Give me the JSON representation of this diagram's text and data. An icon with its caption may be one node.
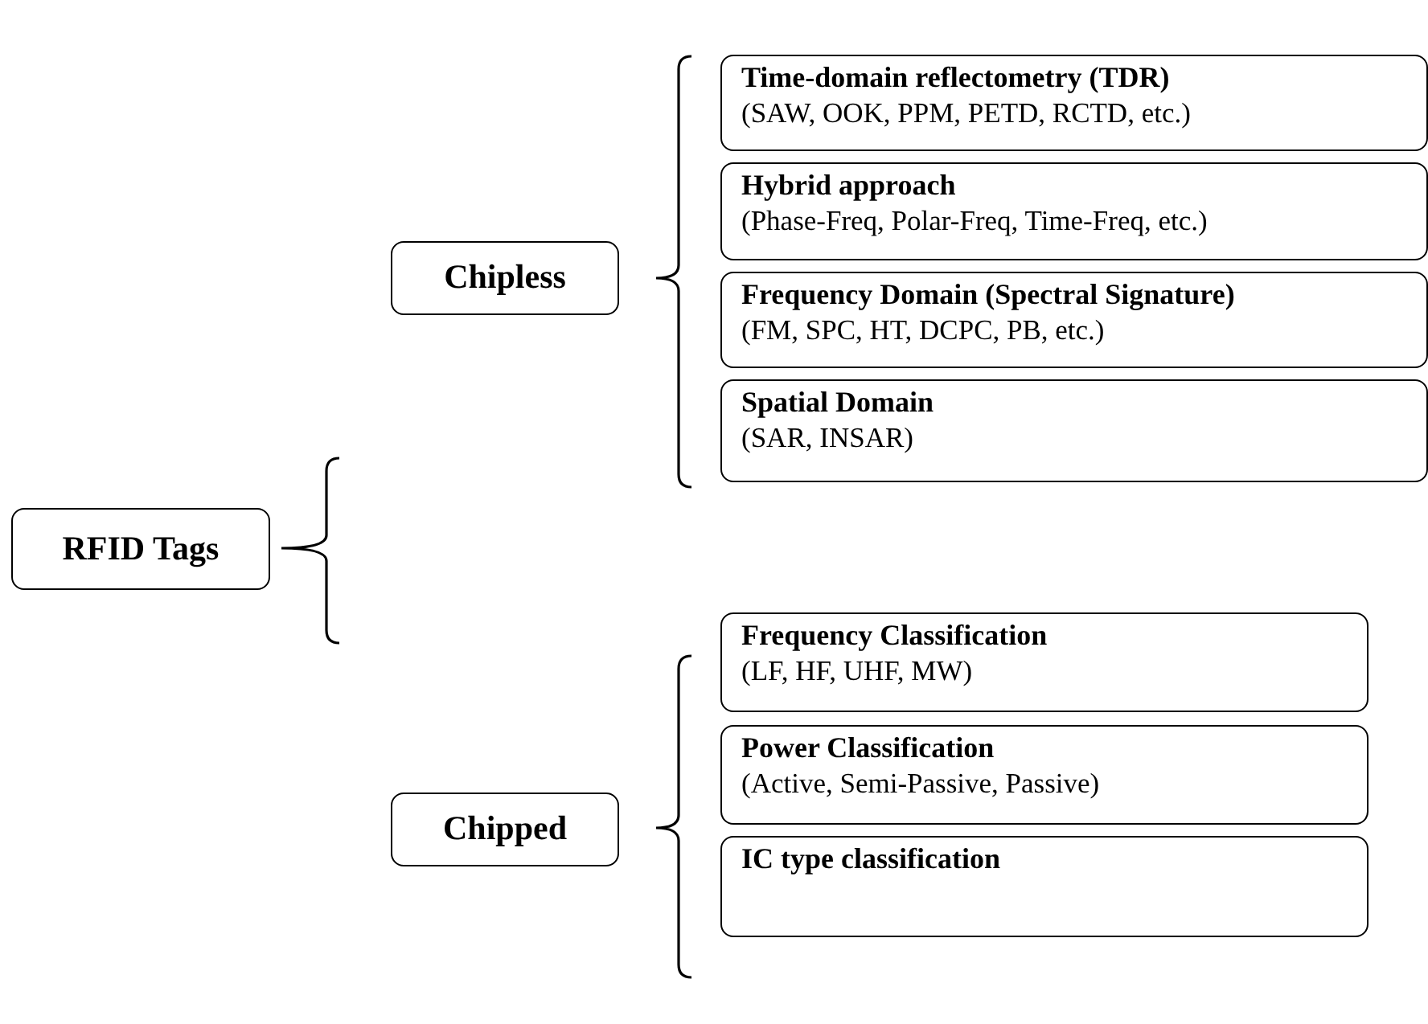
{
  "diagram": {
    "nodes": [
      {
        "text": [
          "RFID Tags"
        ]
      },
      {
        "text": [
          "Chipless"
        ]
      },
      {
        "text": [
          "Time-domain reflectometry (TDR)",
          "(SAW, OOK, PPM, PETD, RCTD, etc.)"
        ]
      },
      {
        "text": [
          "Hybrid approach",
          "(Phase-Freq, Polar-Freq, Time-Freq, etc.)"
        ]
      },
      {
        "text": [
          "Frequency Domain (Spectral Signature)",
          "(FM, SPC, HT, DCPC, PB, etc.)"
        ]
      },
      {
        "text": [
          "Spatial Domain",
          "(SAR, INSAR)"
        ]
      },
      {
        "text": [
          "Chipped"
        ]
      },
      {
        "text": [
          "Frequency Classification",
          "(LF, HF, UHF, MW)"
        ]
      },
      {
        "text": [
          "Power Classification",
          "(Active, Semi-Passive, Passive)"
        ]
      },
      {
        "text": [
          "IC type classification"
        ]
      }
    ]
  }
}
